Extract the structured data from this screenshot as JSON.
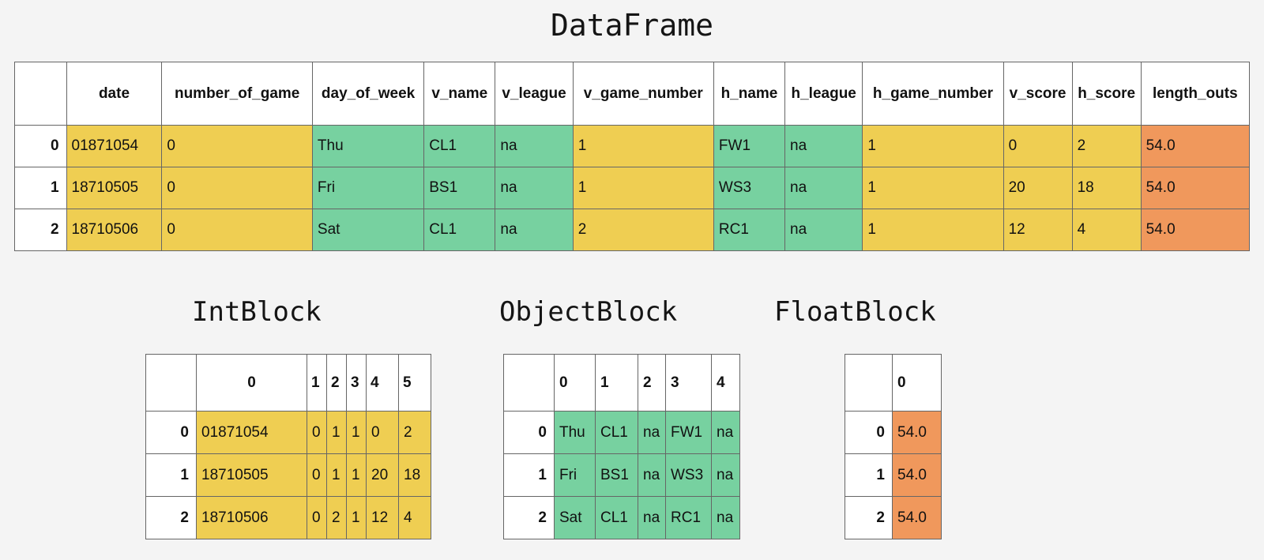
{
  "background_color": "#f4f4f4",
  "palette": {
    "int_block": "#efce52",
    "object_block": "#77d1a0",
    "float_block": "#f0985c",
    "border": "#666666",
    "cell_background": "#ffffff",
    "text": "#111111"
  },
  "dataframe": {
    "title": "DataFrame",
    "index_header": "",
    "columns": [
      "date",
      "number_of_game",
      "day_of_week",
      "v_name",
      "v_league",
      "v_game_number",
      "h_name",
      "h_league",
      "h_game_number",
      "v_score",
      "h_score",
      "length_outs"
    ],
    "column_block_types": [
      "int",
      "int",
      "object",
      "object",
      "object",
      "int",
      "object",
      "object",
      "int",
      "int",
      "int",
      "float"
    ],
    "index": [
      "0",
      "1",
      "2"
    ],
    "rows": [
      [
        "01871054",
        "0",
        "Thu",
        "CL1",
        "na",
        "1",
        "FW1",
        "na",
        "1",
        "0",
        "2",
        "54.0"
      ],
      [
        "18710505",
        "0",
        "Fri",
        "BS1",
        "na",
        "1",
        "WS3",
        "na",
        "1",
        "20",
        "18",
        "54.0"
      ],
      [
        "18710506",
        "0",
        "Sat",
        "CL1",
        "na",
        "2",
        "RC1",
        "na",
        "1",
        "12",
        "4",
        "54.0"
      ]
    ]
  },
  "int_block": {
    "title": "IntBlock",
    "index_header": "",
    "columns": [
      "0",
      "1",
      "2",
      "3",
      "4",
      "5"
    ],
    "index": [
      "0",
      "1",
      "2"
    ],
    "rows": [
      [
        "01871054",
        "0",
        "1",
        "1",
        "0",
        "2"
      ],
      [
        "18710505",
        "0",
        "1",
        "1",
        "20",
        "18"
      ],
      [
        "18710506",
        "0",
        "2",
        "1",
        "12",
        "4"
      ]
    ]
  },
  "object_block": {
    "title": "ObjectBlock",
    "index_header": "",
    "columns": [
      "0",
      "1",
      "2",
      "3",
      "4"
    ],
    "index": [
      "0",
      "1",
      "2"
    ],
    "rows": [
      [
        "Thu",
        "CL1",
        "na",
        "FW1",
        "na"
      ],
      [
        "Fri",
        "BS1",
        "na",
        "WS3",
        "na"
      ],
      [
        "Sat",
        "CL1",
        "na",
        "RC1",
        "na"
      ]
    ]
  },
  "float_block": {
    "title": "FloatBlock",
    "index_header": "",
    "columns": [
      "0"
    ],
    "index": [
      "0",
      "1",
      "2"
    ],
    "rows": [
      [
        "54.0"
      ],
      [
        "54.0"
      ],
      [
        "54.0"
      ]
    ]
  }
}
